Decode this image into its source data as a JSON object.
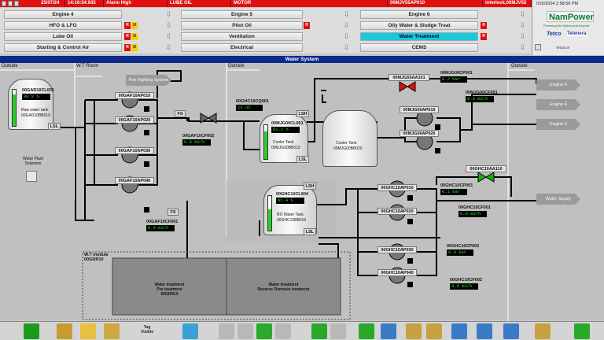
{
  "alarm": {
    "date": "25/07/24",
    "time": "14:16:54.935",
    "priority": "Alarm High",
    "system": "LUBE OIL",
    "type": "MOTOR",
    "tag": "00MJV55AP010",
    "desc": "interlock,00MJV55",
    "clock": "7/25/2024 2:58:56 PM"
  },
  "nav": {
    "engine4": "Engine 4",
    "engine5": "Engine 5",
    "engine6": "Engine 6",
    "hfo": "HFO & LFO",
    "pilot": "Pilot Oil",
    "oily": "Oily Water & Sludge Treat",
    "lube": "Lube Oil",
    "vent": "Ventilation",
    "water": "Water Treatment",
    "start": "Starting & Control Air",
    "elec": "Electrical",
    "cems": "CEMS",
    "ind_r": "R",
    "ind_u": "U"
  },
  "logo": {
    "brand": "NamPower",
    "tagline": "Powering the Nation and beyond",
    "partner1": "Tetco",
    "partner2": "Telenera",
    "footer": "Tetracon"
  },
  "page_title": "Water System",
  "zones": {
    "outside_left": "Outside",
    "wt_room": "W.T Room",
    "outside_mid": "Outside",
    "outside_right": "Outside",
    "wt_module": "W.T module",
    "wt_module_tag": "00GDR10"
  },
  "raw_tank": {
    "tag": "00GAD10CL001",
    "value": "88.2",
    "unit": "%",
    "name": "Raw water tank",
    "code": "00GAD10BB010",
    "lsl": "LSL",
    "level": 0.88
  },
  "pumps_raw": [
    {
      "tag": "00GAF10AP010"
    },
    {
      "tag": "00GAF10AP020"
    },
    {
      "tag": "00GAF10AP030"
    },
    {
      "tag": "00GAF10AP040"
    }
  ],
  "fire": "Fire Fighting System",
  "plant_setpoints": "Water Plant Setpoints",
  "fs1": "FS",
  "flow1": {
    "tag": "00GAF10CF002",
    "value": "0.0",
    "unit": "m3/h"
  },
  "fs2": "FS",
  "flow2": {
    "tag": "00GAF10CF001",
    "value": "0.0",
    "unit": "m3/h"
  },
  "cond": {
    "tag": "00GHC10CQ001",
    "value": "13",
    "unit": "uS"
  },
  "cooler1": {
    "tag": "00MJG00CL001",
    "value": "81.2",
    "unit": "%",
    "name": "Cooler Tank",
    "code": "00MJG00BB010",
    "lsh": "LSH",
    "lsl": "LSL",
    "level": 0.81
  },
  "cooler2": {
    "name": "Cooler Tank",
    "code": "00MJG00BB020"
  },
  "valve1": {
    "tag": "00MJG55AA101"
  },
  "pres1": {
    "tag": "00MJG00CP001",
    "value": "0.2",
    "unit": "bar"
  },
  "flow3": {
    "tag": "00MJG00CF001",
    "value": "0.0",
    "unit": "m3/h"
  },
  "pumps_cool": [
    {
      "tag": "00MJG00AP010"
    },
    {
      "tag": "00MJG00AP020"
    }
  ],
  "engines": [
    "Engine 6",
    "Engine 4",
    "Engine 5"
  ],
  "ro_tank": {
    "tag": "00GHC10CL004",
    "value": "61.4",
    "unit": "%",
    "name": "RO Water Tank",
    "code": "00GHC10BB010",
    "lsh": "LSH",
    "lsl": "LSL",
    "level": 0.61
  },
  "valve2": {
    "tag": "00GHC10AA110"
  },
  "pres2": {
    "tag": "00GHC10CP001",
    "value": "0.1",
    "unit": "bar"
  },
  "flow4": {
    "tag": "00GHC10CF001",
    "value": "0.0",
    "unit": "m3/h"
  },
  "water_supply": "Water Supply",
  "pumps_ro": [
    {
      "tag": "00GHC10AP010"
    },
    {
      "tag": "00GHC10AP020"
    },
    {
      "tag": "00GHC10AP030"
    },
    {
      "tag": "00GHC10AP040"
    }
  ],
  "pres3": {
    "tag": "00GHC10CP002",
    "value": "0.0",
    "unit": "bar"
  },
  "flow5": {
    "tag": "00GHC10CF002",
    "value": "0.0",
    "unit": "m3/h"
  },
  "wt_pre": "Water treatment\nPre treatment\n00GDR10",
  "wt_ro": "Water treatment\nReverse Osmosis treatment",
  "toolbar": {
    "tag_visible": "Tag Visible"
  }
}
